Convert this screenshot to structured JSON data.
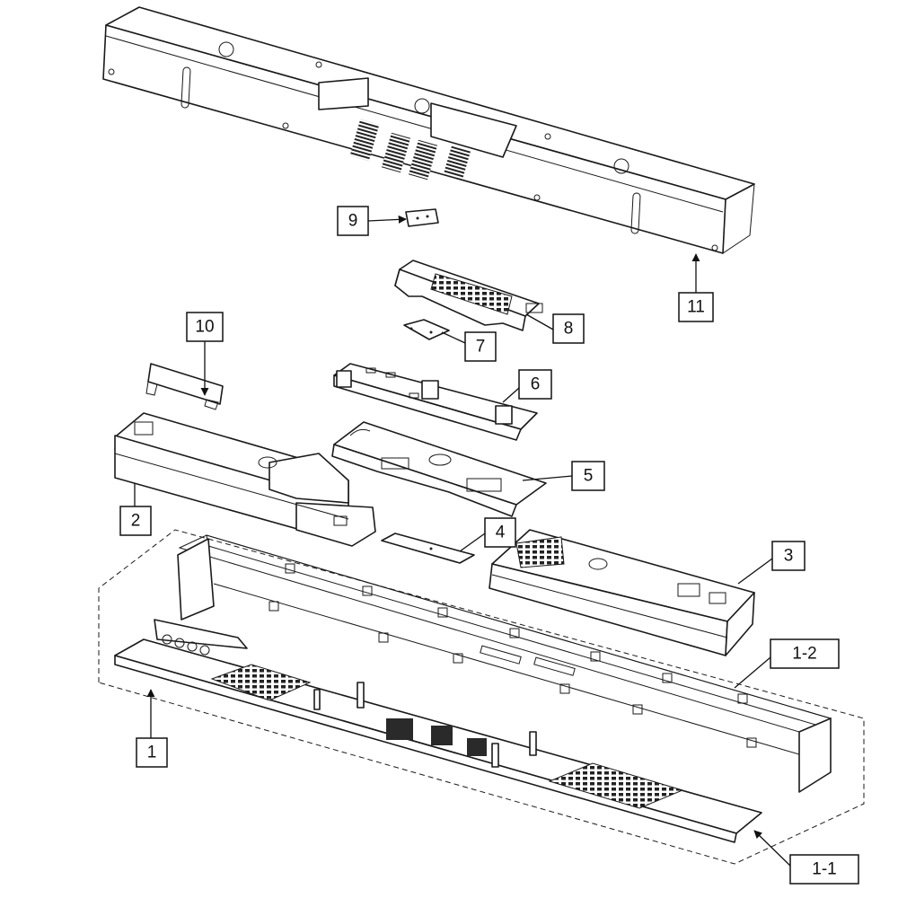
{
  "callouts": {
    "c1": "1",
    "c1_1": "1-1",
    "c1_2": "1-2",
    "c2": "2",
    "c3": "3",
    "c4": "4",
    "c5": "5",
    "c6": "6",
    "c7": "7",
    "c8": "8",
    "c9": "9",
    "c10": "10",
    "c11": "11"
  },
  "colors": {
    "line": "#1a1a1a",
    "background": "#ffffff"
  }
}
